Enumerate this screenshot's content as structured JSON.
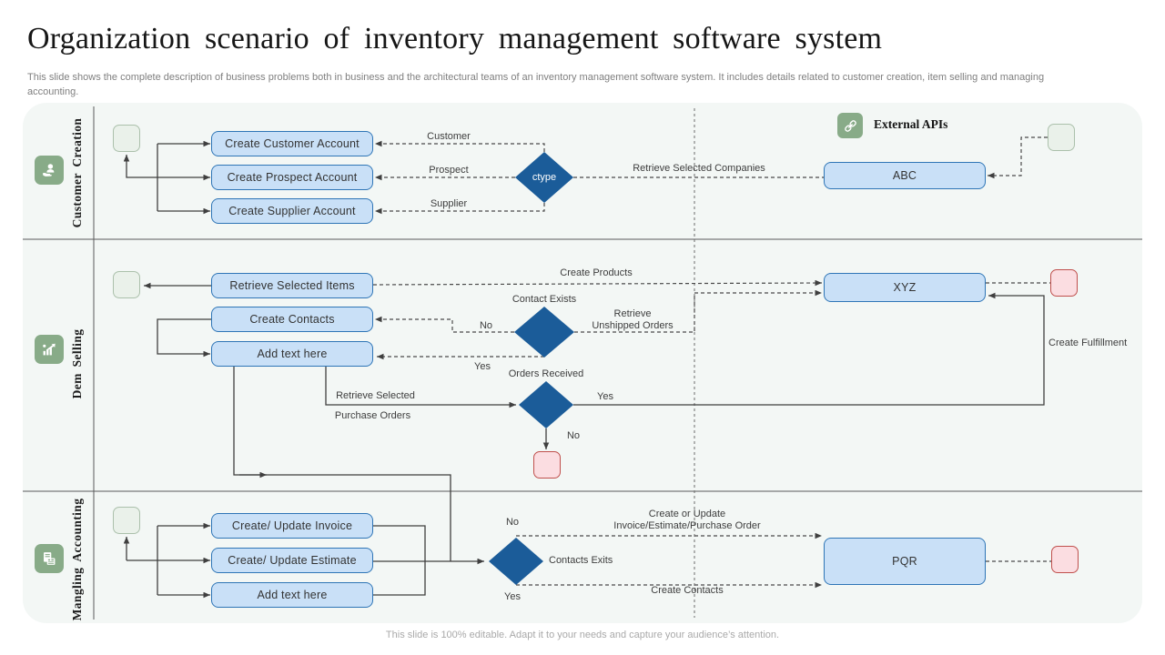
{
  "slide": {
    "title": "Organization scenario of inventory management software system",
    "subtitle": "This slide shows the complete description of business problems both in business and the architectural teams of an inventory management software system. It includes details related to customer creation, item selling and managing accounting.",
    "footer": "This slide is 100% editable. Adapt it to your needs and capture your audience’s attention."
  },
  "lanes": [
    {
      "label": "Customer Creation",
      "icon": "customer-care-icon"
    },
    {
      "label": "Dem Selling",
      "icon": "sales-growth-icon"
    },
    {
      "label": "Mangling  Accounting",
      "icon": "accounting-invoice-icon"
    }
  ],
  "external": {
    "header": "External APIs",
    "icon": "api-link-icon"
  },
  "boxes": {
    "a1": "Create Customer Account",
    "a2": "Create Prospect Account",
    "a3": "Create Supplier Account",
    "abc": "ABC",
    "b1": "Retrieve  Selected Items",
    "b2": "Create Contacts",
    "b3": "Add text here",
    "xyz": "XYZ",
    "c1": "Create/ Update Invoice",
    "c2": "Create/ Update Estimate",
    "c3": "Add text here",
    "pqr": "PQR"
  },
  "diamonds": {
    "ctype": "ctype",
    "contact_exists": "Contact Exists",
    "orders_received": "Orders Received",
    "contacts_exits": "Contacts Exits"
  },
  "labels": {
    "customer": "Customer",
    "prospect": "Prospect",
    "supplier": "Supplier",
    "retrieve_selected_companies": "Retrieve Selected Companies",
    "create_products": "Create Products",
    "no_contact": "No",
    "yes_contact": "Yes",
    "retrieve_line1": "Retrieve",
    "retrieve_line2": "Unshipped Orders",
    "retrieve_selected": "Retrieve Selected",
    "purchase_orders": "Purchase Orders",
    "yes_orders": "Yes",
    "no_orders": "No",
    "create_fulfillment": "Create Fulfillment",
    "no_contacts_exits": "No",
    "yes_contacts_exits": "Yes",
    "create_or_update_line1": "Create or Update",
    "create_or_update_line2": "Invoice/Estimate/Purchase Order",
    "create_contacts": "Create Contacts"
  },
  "colors": {
    "process_fill": "#c9e0f7",
    "process_border": "#2e75b6",
    "diamond_fill": "#1b5c99",
    "start_fill": "#eaf1ea",
    "start_border": "#abc0ab",
    "end_fill": "#fbdde1",
    "end_border": "#c0504d",
    "lane_icon": "#88ab88",
    "connector": "#3f3f3f",
    "canvas_bg": "#f3f7f5"
  }
}
